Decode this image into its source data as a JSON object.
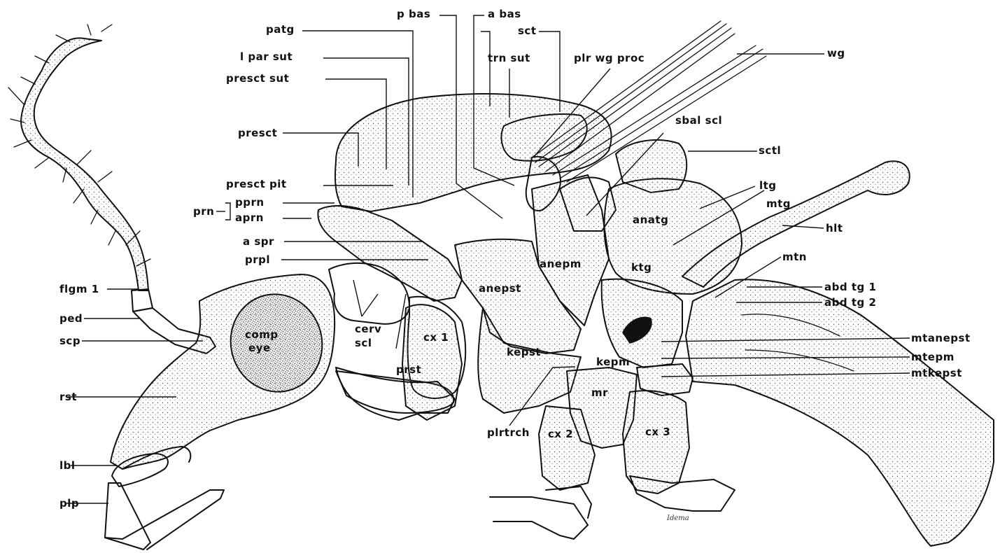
{
  "labels": {
    "patg": "patg",
    "p_bas": "p bas",
    "a_bas": "a bas",
    "sct": "sct",
    "trn_sut": "trn sut",
    "plr_wg_proc": "plr wg proc",
    "wg": "wg",
    "l_par_sut": "l par sut",
    "presct_sut": "presct sut",
    "presct": "presct",
    "sbal_scl": "sbal scl",
    "sctl": "sctl",
    "presct_pit": "presct pit",
    "ltg": "ltg",
    "mtg": "mtg",
    "prn": "prn",
    "pprn": "pprn",
    "aprn": "aprn",
    "anatg": "anatg",
    "hlt": "hlt",
    "a_spr": "a spr",
    "prpl": "prpl",
    "ktg": "ktg",
    "mtn": "mtn",
    "anepm": "anepm",
    "anepst": "anepst",
    "flgm_1": "flgm 1",
    "abd_tg_1": "abd tg 1",
    "abd_tg_2": "abd tg 2",
    "ped": "ped",
    "scp": "scp",
    "comp_eye_1": "comp",
    "comp_eye_2": "eye",
    "cerv_scl_1": "cerv",
    "cerv_scl_2": "scl",
    "cx1": "cx 1",
    "kepst": "kepst",
    "mtanepst": "mtanepst",
    "mtepm": "mtepm",
    "mtkepst": "mtkepst",
    "kepm": "kepm",
    "prst": "prst",
    "rst": "rst",
    "mr": "mr",
    "cx2": "cx 2",
    "cx3": "cx 3",
    "plrtrch": "plrtrch",
    "lbl": "lbl",
    "plp": "plp"
  },
  "signature": "Idema"
}
